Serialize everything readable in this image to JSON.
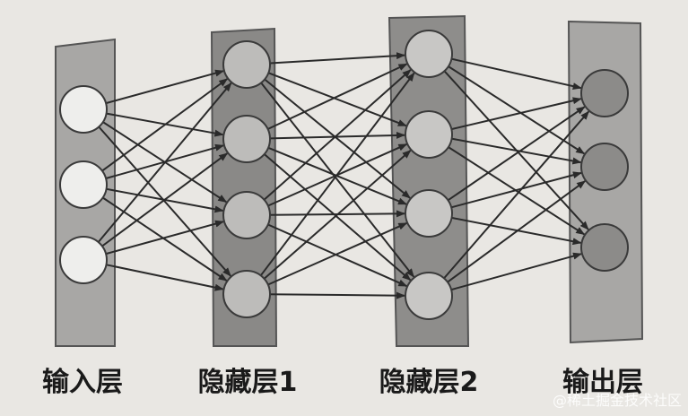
{
  "layers": [
    {
      "label": "输入层",
      "nodes": 3,
      "panel_fill": "#a8a7a5",
      "node_fill": "#eeeeec"
    },
    {
      "label": "隐藏层1",
      "nodes": 4,
      "panel_fill": "#8a8987",
      "node_fill": "#bdbcba"
    },
    {
      "label": "隐藏层2",
      "nodes": 4,
      "panel_fill": "#8e8d8b",
      "node_fill": "#c8c7c5"
    },
    {
      "label": "输出层",
      "nodes": 3,
      "panel_fill": "#a8a7a5",
      "node_fill": "#8c8b89"
    }
  ],
  "connections": "fully-connected",
  "watermark": "@稀土掘金技术社区",
  "colors": {
    "background": "#e9e7e3",
    "edge": "#2a2a2a",
    "node_stroke": "#3a3a3a",
    "panel_stroke": "#555555"
  }
}
